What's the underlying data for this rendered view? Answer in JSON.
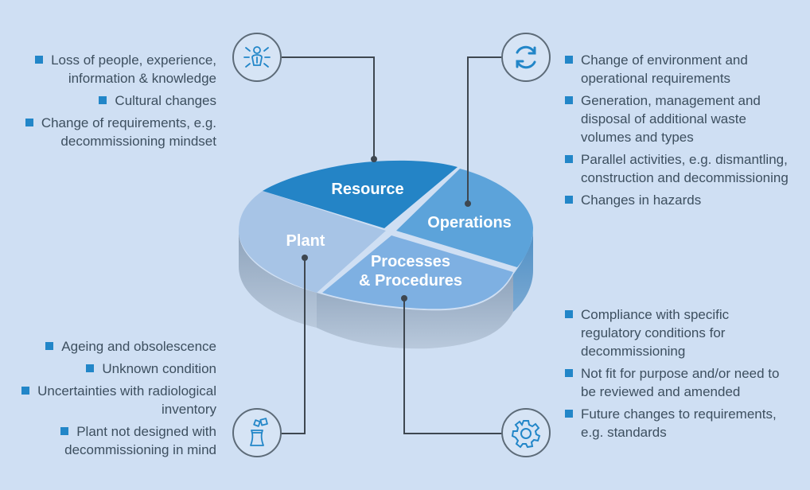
{
  "segments": {
    "resource": "Resource",
    "operations": "Operations",
    "plant": "Plant",
    "processes_line1": "Processes",
    "processes_line2": "& Procedures"
  },
  "resource_items": [
    "Loss of people, experience, information & knowledge",
    "Cultural changes",
    "Change of requirements, e.g. decommissioning mindset"
  ],
  "operations_items": [
    "Change of environment and operational requirements",
    "Generation, management and disposal of additional waste volumes and types",
    "Parallel activities, e.g. dismantling, construction and decommissioning",
    "Changes in hazards"
  ],
  "plant_items": [
    "Ageing and obsolescence",
    "Unknown condition",
    "Uncertainties with radiological inventory",
    "Plant not designed with decommissioning in mind"
  ],
  "processes_items": [
    "Compliance with specific regulatory conditions for decommissioning",
    "Not fit for purpose and/or need to be reviewed and amended",
    "Future changes to requirements, e.g. standards"
  ],
  "icons": {
    "resource": "person-network-icon",
    "operations": "refresh-cycle-icon",
    "plant": "cooling-tower-icon",
    "processes": "gear-icon"
  },
  "colors": {
    "background": "#cfdff3",
    "resource": "#2484c6",
    "operations": "#5ca3da",
    "plant": "#a7c4e6",
    "processes": "#7eb0e2",
    "bullet": "#2286c8",
    "text": "#3d4f5f"
  }
}
